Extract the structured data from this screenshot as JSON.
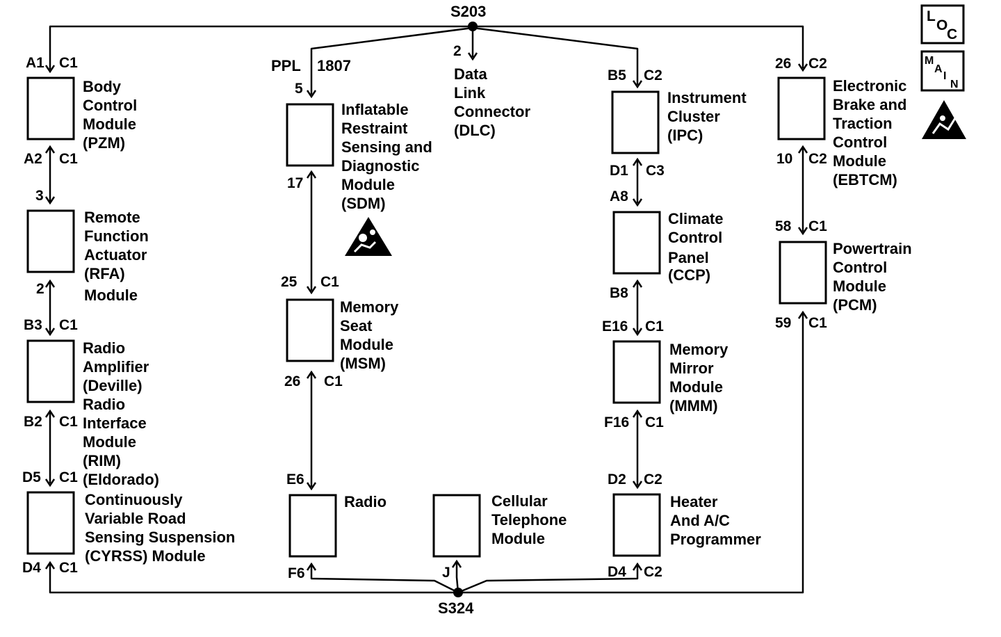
{
  "splices": {
    "top": "S203",
    "bottom": "S324"
  },
  "icons": {
    "loc": [
      "L",
      "O",
      "C"
    ],
    "main": [
      "M",
      "A",
      "I",
      "N"
    ]
  },
  "modules": {
    "bcm": [
      "Body",
      "Control",
      "Module",
      "(PZM)"
    ],
    "rfa": [
      "Remote",
      "Function",
      "Actuator",
      "(RFA)",
      "Module"
    ],
    "amp": [
      "Radio",
      "Amplifier",
      "(Deville)",
      "Radio",
      "Interface",
      "Module",
      "(RIM)",
      "(Eldorado)"
    ],
    "cvrss": [
      "Continuously",
      "Variable Road",
      "Sensing Suspension",
      "(CYRSS) Module"
    ],
    "sdm": [
      "Inflatable",
      "Restraint",
      "Sensing and",
      "Diagnostic",
      "Module",
      "(SDM)"
    ],
    "msm": [
      "Memory",
      "Seat",
      "Module",
      "(MSM)"
    ],
    "radio": [
      "Radio"
    ],
    "dlc": [
      "Data",
      "Link",
      "Connector",
      "(DLC)"
    ],
    "phone": [
      "Cellular",
      "Telephone",
      "Module"
    ],
    "ipc": [
      "Instrument",
      "Cluster",
      "(IPC)"
    ],
    "ccp": [
      "Climate",
      "Control",
      "Panel",
      "(CCP)"
    ],
    "mmm": [
      "Memory",
      "Mirror",
      "Module",
      "(MMM)"
    ],
    "hvac": [
      "Heater",
      "And A/C",
      "Programmer"
    ],
    "ebtcm": [
      "Electronic",
      "Brake and",
      "Traction",
      "Control",
      "Module",
      "(EBTCM)"
    ],
    "pcm": [
      "Powertrain",
      "Control",
      "Module",
      "(PCM)"
    ]
  },
  "pins": {
    "bcm_top": {
      "pin": "A1",
      "conn": "C1"
    },
    "bcm_bot": {
      "pin": "A2",
      "conn": "C1"
    },
    "rfa_top": {
      "pin": "3",
      "conn": ""
    },
    "rfa_bot": {
      "pin": "2",
      "conn": ""
    },
    "amp_top": {
      "pin": "B3",
      "conn": "C1"
    },
    "amp_bot": {
      "pin": "B2",
      "conn": "C1"
    },
    "cvrss_top": {
      "pin": "D5",
      "conn": "C1"
    },
    "cvrss_bot": {
      "pin": "D4",
      "conn": "C1"
    },
    "sdm_top": {
      "pin": "5",
      "conn": ""
    },
    "sdm_bot": {
      "pin": "17",
      "conn": ""
    },
    "msm_top": {
      "pin": "25",
      "conn": "C1"
    },
    "msm_bot": {
      "pin": "26",
      "conn": "C1"
    },
    "radio_top": {
      "pin": "E6",
      "conn": ""
    },
    "radio_bot": {
      "pin": "F6",
      "conn": ""
    },
    "dlc": {
      "pin": "2",
      "conn": ""
    },
    "phone": {
      "pin": "J",
      "conn": ""
    },
    "ipc_top": {
      "pin": "B5",
      "conn": "C2"
    },
    "ipc_bot": {
      "pin": "D1",
      "conn": "C3"
    },
    "ccp_top": {
      "pin": "A8",
      "conn": ""
    },
    "ccp_bot": {
      "pin": "B8",
      "conn": ""
    },
    "mmm_top": {
      "pin": "E16",
      "conn": "C1"
    },
    "mmm_bot": {
      "pin": "F16",
      "conn": "C1"
    },
    "hvac_top": {
      "pin": "D2",
      "conn": "C2"
    },
    "hvac_bot": {
      "pin": "D4",
      "conn": "C2"
    },
    "ebtcm_top": {
      "pin": "26",
      "conn": "C2"
    },
    "ebtcm_bot": {
      "pin": "10",
      "conn": "C2"
    },
    "pcm_top": {
      "pin": "58",
      "conn": "C1"
    },
    "pcm_bot": {
      "pin": "59",
      "conn": "C1"
    }
  },
  "wire": {
    "color": "PPL",
    "circuit": "1807"
  }
}
